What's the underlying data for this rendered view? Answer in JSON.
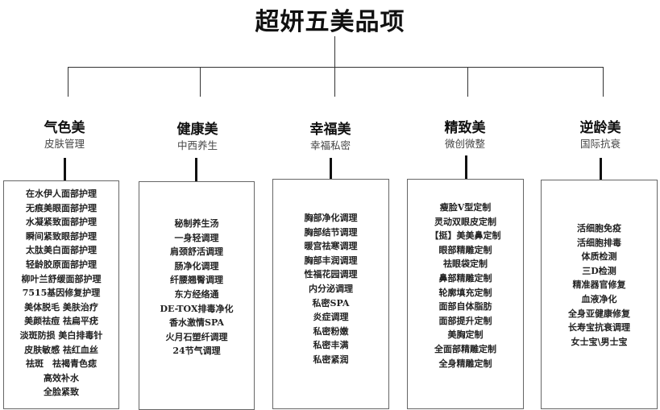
{
  "title": "超妍五美品项",
  "categories": [
    {
      "name": "气色美",
      "subtitle": "皮肤管理",
      "items": [
        "在水伊人面部护理",
        "无痕美眼面部护理",
        "水凝紧致面部护理",
        "瞬间紧致眼部护理",
        "太肽美白面部护理",
        "轻龄胶原面部护理",
        "柳叶兰舒缓面部护理",
        "7515基因修复护理",
        "美体脱毛 美肤治疗",
        "美颜祛痘 祛扁平疣",
        "淡斑防损 美白排毒针",
        "皮肤敏感 祛红血丝",
        "祛斑　祛褐青色痣",
        "高效补水",
        "全脸紧致"
      ]
    },
    {
      "name": "健康美",
      "subtitle": "中西养生",
      "items": [
        "秘制养生汤",
        "一身轻调理",
        "肩颈舒活调理",
        "肠净化调理",
        "纤腰翘臀调理",
        "东方经络通",
        "DE-TOX排毒净化",
        "香水激情SPA",
        "火月石塑纤调理",
        "24节气调理"
      ]
    },
    {
      "name": "幸福美",
      "subtitle": "幸福私密",
      "items": [
        "胸部净化调理",
        "胸部结节调理",
        "暖宫祛寒调理",
        "胸部丰润调理",
        "性福花园调理",
        "内分泌调理",
        "私密SPA",
        "炎症调理",
        "私密粉嫩",
        "私密丰满",
        "私密紧润"
      ]
    },
    {
      "name": "精致美",
      "subtitle": "微创微整",
      "items": [
        "瘦脸V型定制",
        "灵动双眼皮定制",
        "【挺】美美鼻定制",
        "眼部精雕定制",
        "祛眼袋定制",
        "鼻部精雕定制",
        "轮廓填充定制",
        "面部自体脂肪",
        "面部提升定制",
        "美胸定制",
        "全面部精雕定制",
        "全身精雕定制"
      ]
    },
    {
      "name": "逆龄美",
      "subtitle": "国际抗衰",
      "items": [
        "活细胞免疫",
        "活细胞排毒",
        "体质检测",
        "三D检测",
        "精准器官修复",
        "血液净化",
        "全身亚健康修复",
        "长寿宝抗衰调理",
        "女士宝\\男士宝"
      ]
    }
  ]
}
